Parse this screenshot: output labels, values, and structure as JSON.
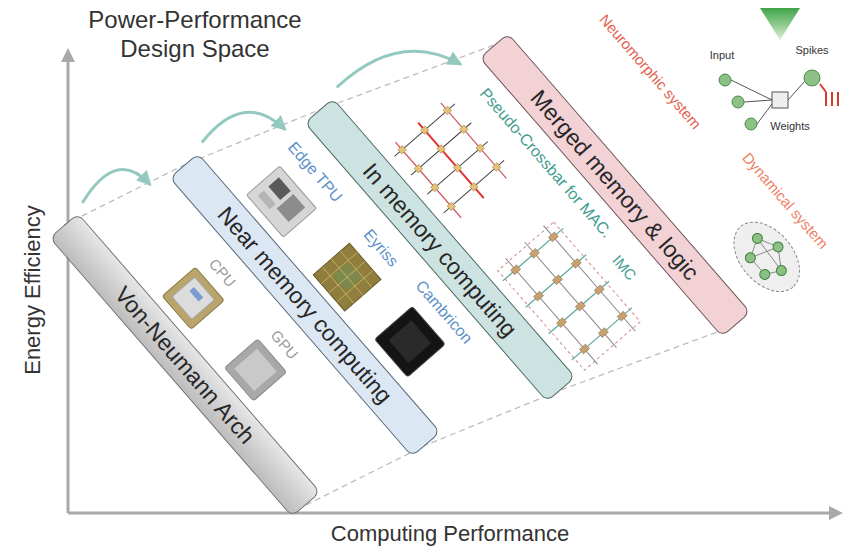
{
  "diagram": {
    "title": "Power-Performance Design Space",
    "nodes": [
      {
        "text": [
          "Von-Neumann Arch"
        ]
      },
      {
        "text": [
          "Near memory computing"
        ]
      },
      {
        "text": [
          "In memory computing"
        ]
      },
      {
        "text": [
          "Merged memory & logic"
        ]
      }
    ],
    "edges": [
      {
        "from": 0,
        "to": 1,
        "arrow": "to"
      },
      {
        "from": 1,
        "to": 2,
        "arrow": "to"
      },
      {
        "from": 2,
        "to": 3,
        "arrow": "to"
      }
    ],
    "labels": [
      "Energy Efficiency",
      "Computing Performance",
      "CPU",
      "GPU",
      "Edge TPU",
      "Eyriss",
      "Cambricon",
      "Pseudo-Crossbar for MAC.",
      "IMC",
      "Neuromorphic system",
      "Input",
      "Weights",
      "Spikes",
      "Dynamical system"
    ]
  }
}
